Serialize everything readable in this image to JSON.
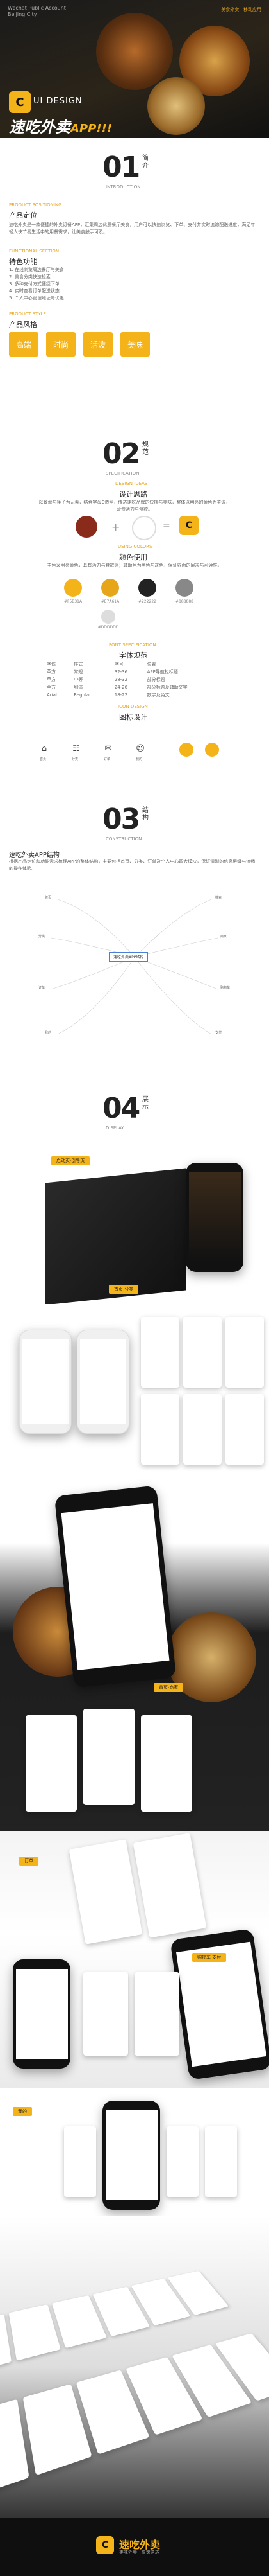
{
  "hero": {
    "top_left_1": "Wechat Public Account",
    "top_left_2": "Beijing City",
    "top_right": "美食外卖 · 移动应用",
    "logo_glyph": "C",
    "ui_design": "UI DESIGN",
    "title_cn": "速吃外卖",
    "title_app": "APP",
    "title_mark": "!!!"
  },
  "s1": {
    "num": "01",
    "title_v": "简介",
    "en": "INTRODUCTION",
    "positioning_tag": "PRODUCT POSITIONING",
    "positioning_title": "产品定位",
    "positioning_text": "速吃外卖是一款便捷的外卖订餐APP，汇集周边优质餐厅美食，用户可以快速浏览、下单、支付并实时追踪配送进度，满足年轻人快节奏生活中的用餐需求，让美食触手可及。",
    "func_tag": "FUNCTIONAL SECTION",
    "func_title": "特色功能",
    "func_items": [
      "1. 在线浏览周边餐厅与美食",
      "2. 美食分类快速检索",
      "3. 多种支付方式便捷下单",
      "4. 实时查看订单配送状态",
      "5. 个人中心管理地址与优惠"
    ],
    "style_tag": "PRODUCT STYLE",
    "style_title": "产品风格",
    "styles": [
      "高端",
      "时尚",
      "活泼",
      "美味"
    ]
  },
  "s2": {
    "num": "02",
    "title_v": "规范",
    "en": "SPECIFICATION",
    "idea_tag": "DESIGN IDEAS",
    "idea_title": "设计思路",
    "idea_text": "以餐盘与筷子为元素，结合字母C造型，传达速吃品牌的快捷与美味，整体以明亮的黄色为主调，营造活力与食欲。",
    "color_tag": "USING COLORS",
    "color_title": "颜色使用",
    "color_text": "主色采用亮黄色，具有活力与食欲感；辅助色为黑色与灰色，保证界面的层次与可读性。",
    "colors": [
      {
        "hex": "#F5B31A",
        "label": "#F5B31A"
      },
      {
        "hex": "#E7A61A",
        "label": "#E7A61A"
      },
      {
        "hex": "#222222",
        "label": "#222222"
      },
      {
        "hex": "#888888",
        "label": "#888888"
      },
      {
        "hex": "#DDDDDD",
        "label": "#DDDDDD"
      }
    ],
    "font_tag": "FONT SPECIFICATION",
    "font_title": "字体规范",
    "font_headers": [
      "字体",
      "样式",
      "字号",
      "位置"
    ],
    "font_rows": [
      [
        "苹方",
        "常规",
        "32-36",
        "APP导航栏标题"
      ],
      [
        "苹方",
        "中等",
        "28-32",
        "部分标题"
      ],
      [
        "苹方",
        "细体",
        "24-26",
        "部分标题及辅助文字"
      ],
      [
        "Arial",
        "Regular",
        "18-22",
        "数字及英文"
      ]
    ],
    "icon_tag": "ICON DESIGN",
    "icon_title": "图标设计",
    "icons": [
      {
        "glyph": "⌂",
        "label": "首页"
      },
      {
        "glyph": "☷",
        "label": "分类"
      },
      {
        "glyph": "✉",
        "label": "订单"
      },
      {
        "glyph": "☺",
        "label": "我的"
      }
    ]
  },
  "s3": {
    "num": "03",
    "title_v": "结构",
    "en": "CONSTRUCTION",
    "mm_title": "速吃外卖APP结构",
    "mm_text": "根据产品定位和功能需求梳理APP的整体结构，主要包括首页、分类、订单及个人中心四大模块，保证清晰的信息层级与流畅的操作体验。",
    "center": "速吃外卖APP结构",
    "branches": [
      "首页",
      "分类",
      "订单",
      "我的",
      "搜索",
      "商家",
      "购物车",
      "支付"
    ]
  },
  "s4": {
    "num": "04",
    "title_v": "展示",
    "en": "DISPLAY",
    "banner1": "启动页·引导页",
    "banner2": "首页·分类",
    "banner3": "首页·商家",
    "banner4": "订单",
    "banner5": "购物车·支付",
    "banner6": "我的"
  },
  "footer": {
    "logo_glyph": "C",
    "title": "速吃外卖",
    "slogan": "美味外卖 · 快速送达"
  }
}
